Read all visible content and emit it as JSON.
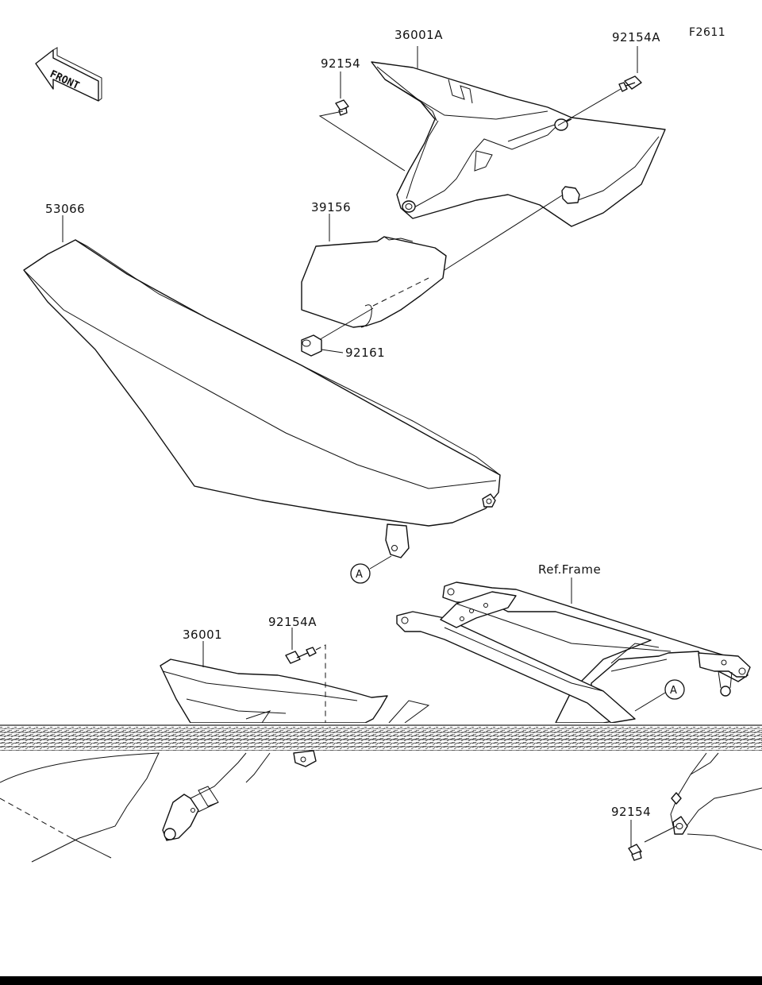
{
  "figure_code": "F2611",
  "direction_label": "FRONT",
  "callouts": {
    "36001A": "36001A",
    "92154A_top": "92154A",
    "92154_top": "92154",
    "53066": "53066",
    "39156": "39156",
    "92161": "92161",
    "ref_frame": "Ref.Frame",
    "A_seat": "A",
    "A_frame": "A",
    "36001": "36001",
    "92154A_bottom": "92154A",
    "92154_bottom": "92154"
  }
}
